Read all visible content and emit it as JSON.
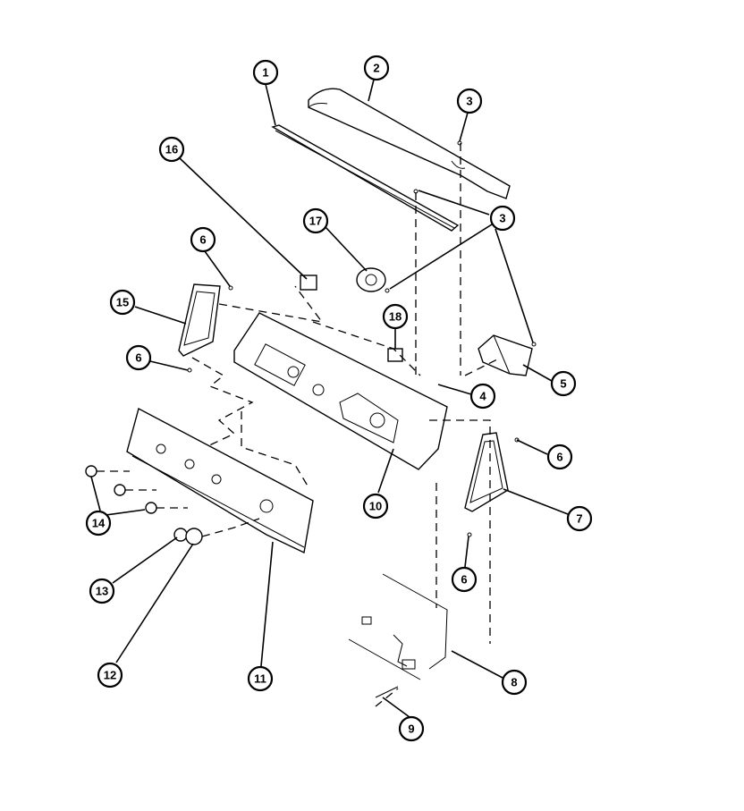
{
  "callouts": [
    {
      "label": "1"
    },
    {
      "label": "2"
    },
    {
      "label": "3"
    },
    {
      "label": "3"
    },
    {
      "label": "16"
    },
    {
      "label": "17"
    },
    {
      "label": "6"
    },
    {
      "label": "15"
    },
    {
      "label": "18"
    },
    {
      "label": "6"
    },
    {
      "label": "5"
    },
    {
      "label": "4"
    },
    {
      "label": "6"
    },
    {
      "label": "10"
    },
    {
      "label": "7"
    },
    {
      "label": "14"
    },
    {
      "label": "6"
    },
    {
      "label": "13"
    },
    {
      "label": "12"
    },
    {
      "label": "11"
    },
    {
      "label": "8"
    },
    {
      "label": "9"
    }
  ]
}
